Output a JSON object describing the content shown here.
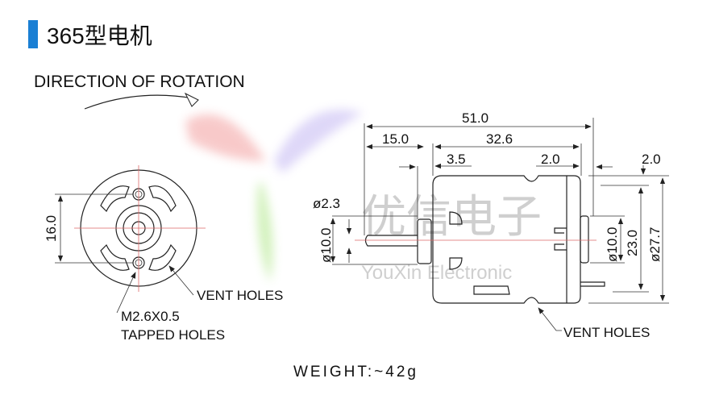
{
  "header": {
    "title": "365型电机",
    "accent_color": "#1a7fd4"
  },
  "front_view": {
    "rotation_label": "DIRECTION OF ROTATION",
    "dim_height": "16.0",
    "vent_label": "VENT HOLES",
    "tapped_label_1": "M2.6X0.5",
    "tapped_label_2": "TAPPED HOLES"
  },
  "side_view": {
    "dim_overall": "51.0",
    "dim_shaft": "15.0",
    "dim_body": "32.6",
    "dim_front": "3.5",
    "dim_rear": "2.0",
    "dim_terminal": "2.0",
    "dim_shaft_dia": "ø2.3",
    "dim_boss_dia": "ø10.0",
    "dim_rear_boss_dia": "ø10.0",
    "dim_flat": "23.0",
    "dim_body_dia": "ø27.7",
    "vent_label": "VENT HOLES"
  },
  "watermark": {
    "cn": "优信电子",
    "en": "YouXin Electronic"
  },
  "footer": {
    "weight": "WEIGHT:~42g"
  }
}
